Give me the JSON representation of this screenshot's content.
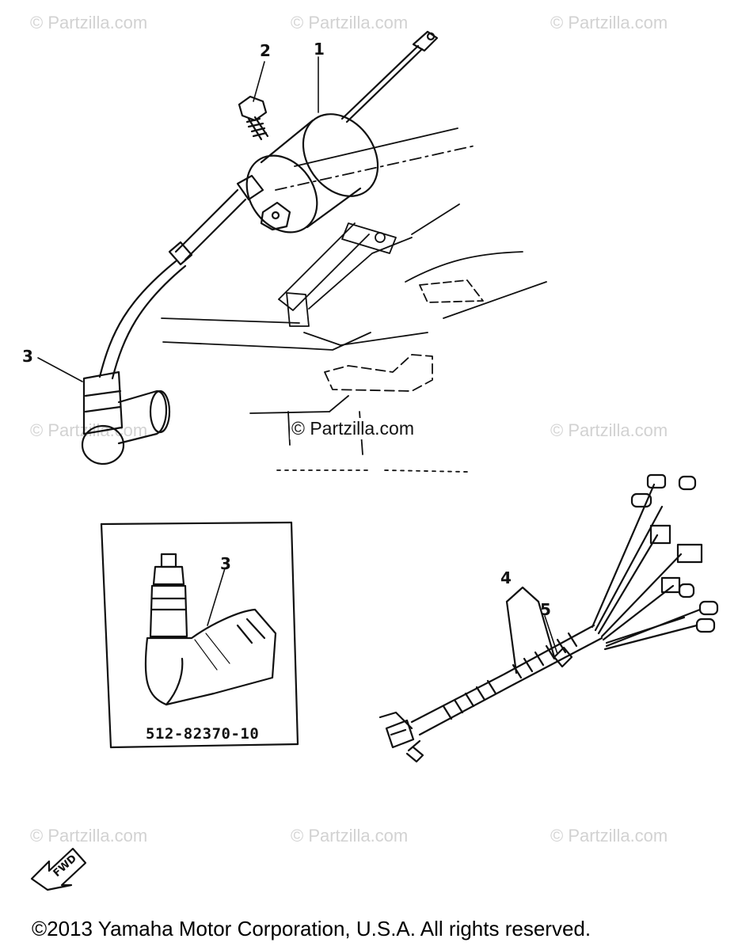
{
  "watermarks": {
    "w1": "© Partzilla.com",
    "w2": "© Partzilla.com",
    "w3": "© Partzilla.com",
    "w4": "© Partzilla.com",
    "w5": "© Partzilla.com",
    "w6": "© Partzilla.com",
    "w7": "© Partzilla.com",
    "w8": "© Partzilla.com",
    "center": "© Partzilla.com"
  },
  "callouts": {
    "ignition_coil": "1",
    "screw": "2",
    "plug_cap": "3",
    "inset_plug_cap": "3",
    "wire_harness": "4",
    "band": "5"
  },
  "inset": {
    "part_number": "512-82370-10"
  },
  "direction_marker": {
    "label": "FWD"
  },
  "footer": {
    "copyright": "©2013 Yamaha Motor Corporation, U.S.A. All rights reserved."
  }
}
